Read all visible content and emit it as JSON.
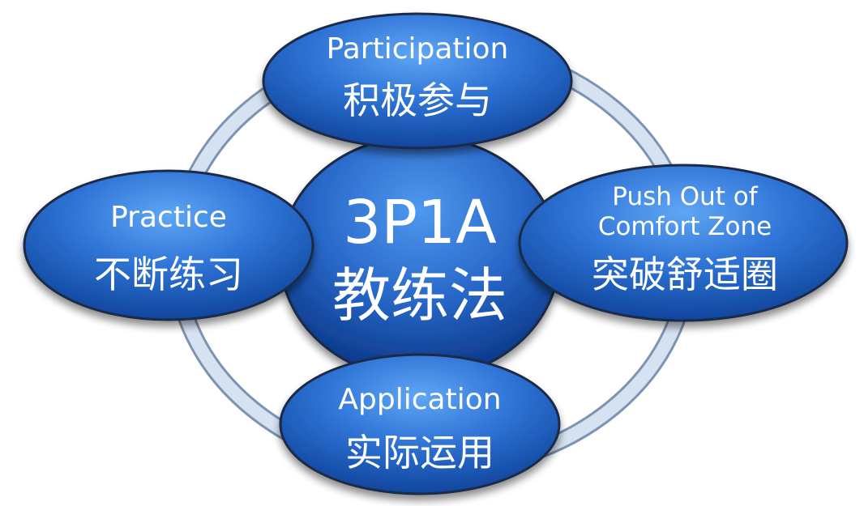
{
  "diagram": {
    "center": {
      "line1": "3P1A",
      "line2": "教练法"
    },
    "nodes": {
      "participation": {
        "en": "Participation",
        "zh": "积极参与"
      },
      "practice": {
        "en": "Practice",
        "zh": "不断练习"
      },
      "push": {
        "en_line1": "Push Out of",
        "en_line2": "Comfort  Zone",
        "zh": "突破舒适圈"
      },
      "application": {
        "en": "Application",
        "zh": "实际运用"
      }
    },
    "colors": {
      "ring": "#c9d7ea",
      "ring_edge": "#7f95b3",
      "node_fill_light": "#3f86e3",
      "node_fill_dark": "#0f4fb0",
      "node_outline": "#1f2f4a",
      "text": "#ffffff"
    }
  }
}
